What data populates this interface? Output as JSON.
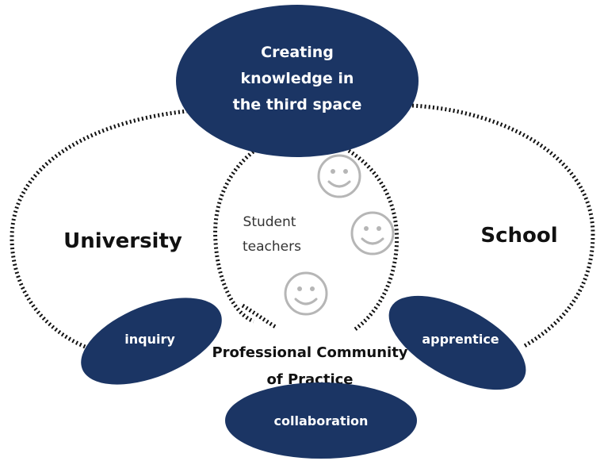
{
  "colors": {
    "navy": "#1b3564",
    "white": "#ffffff",
    "text_dark": "#111111",
    "text_gray": "#333333",
    "face_gray": "#b6b6b6"
  },
  "top_node": {
    "lines": [
      "Creating",
      "knowledge in",
      "the third space"
    ]
  },
  "university_label": "University",
  "school_label": "School",
  "student_teachers": {
    "lines": [
      "Student",
      "teachers"
    ]
  },
  "pill_inquiry": "inquiry",
  "pill_apprentice": "apprentice",
  "pill_collaboration": "collaboration",
  "pcop": {
    "lines": [
      "Professional Community",
      "of Practice"
    ]
  },
  "icons": [
    "smiley-icon",
    "smiley-icon",
    "smiley-icon"
  ]
}
